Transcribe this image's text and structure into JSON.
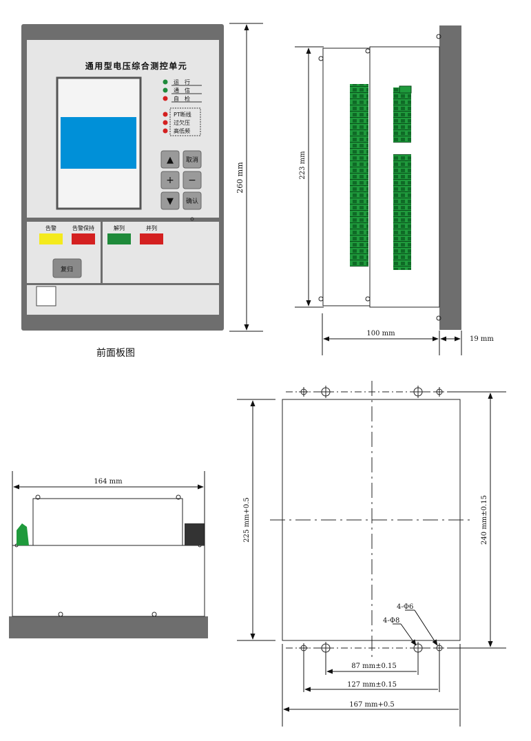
{
  "front_panel": {
    "title": "通用型电压综合测控单元",
    "caption": "前面板图",
    "indicators": [
      {
        "label": "运　行",
        "color": "#1e8a3a"
      },
      {
        "label": "通　信",
        "color": "#1e8a3a"
      },
      {
        "label": "自　检",
        "color": "#d42020"
      }
    ],
    "alarm_indicators": [
      {
        "label": "PT断线",
        "color": "#d42020"
      },
      {
        "label": "过欠压",
        "color": "#d42020"
      },
      {
        "label": "高低频",
        "color": "#d42020"
      }
    ],
    "keys": {
      "up": "▲",
      "cancel": "取消",
      "plus": "+",
      "minus": "−",
      "down": "▼",
      "confirm": "确认"
    },
    "status_lamps": [
      {
        "label": "告警",
        "color": "#f4ea1c"
      },
      {
        "label": "告警保持",
        "color": "#d42020"
      },
      {
        "label": "解列",
        "color": "#1e8a3a"
      },
      {
        "label": "并列",
        "color": "#d42020"
      }
    ],
    "reset_button": "复归",
    "screen_color": "#0090d8",
    "panel_color": "#e6e6e6",
    "frame_color": "#6e6e6e"
  },
  "side_view": {
    "height_label": "223 mm",
    "depth_label": "100 mm",
    "flange_label": "19 mm",
    "terminal_color": "#1f9a3c"
  },
  "front_dims": {
    "height_label": "260  mm"
  },
  "top_view": {
    "width_label": "164 mm"
  },
  "cutout": {
    "height_label": "225 mm+0.5",
    "outer_height_label": "240 mm±0.15",
    "hole_large_label": "4-Φ6",
    "hole_small_label": "4-Φ8",
    "dim_inner": "87 mm±0.15",
    "dim_middle": "127 mm±0.15",
    "dim_outer": "167 mm+0.5"
  }
}
